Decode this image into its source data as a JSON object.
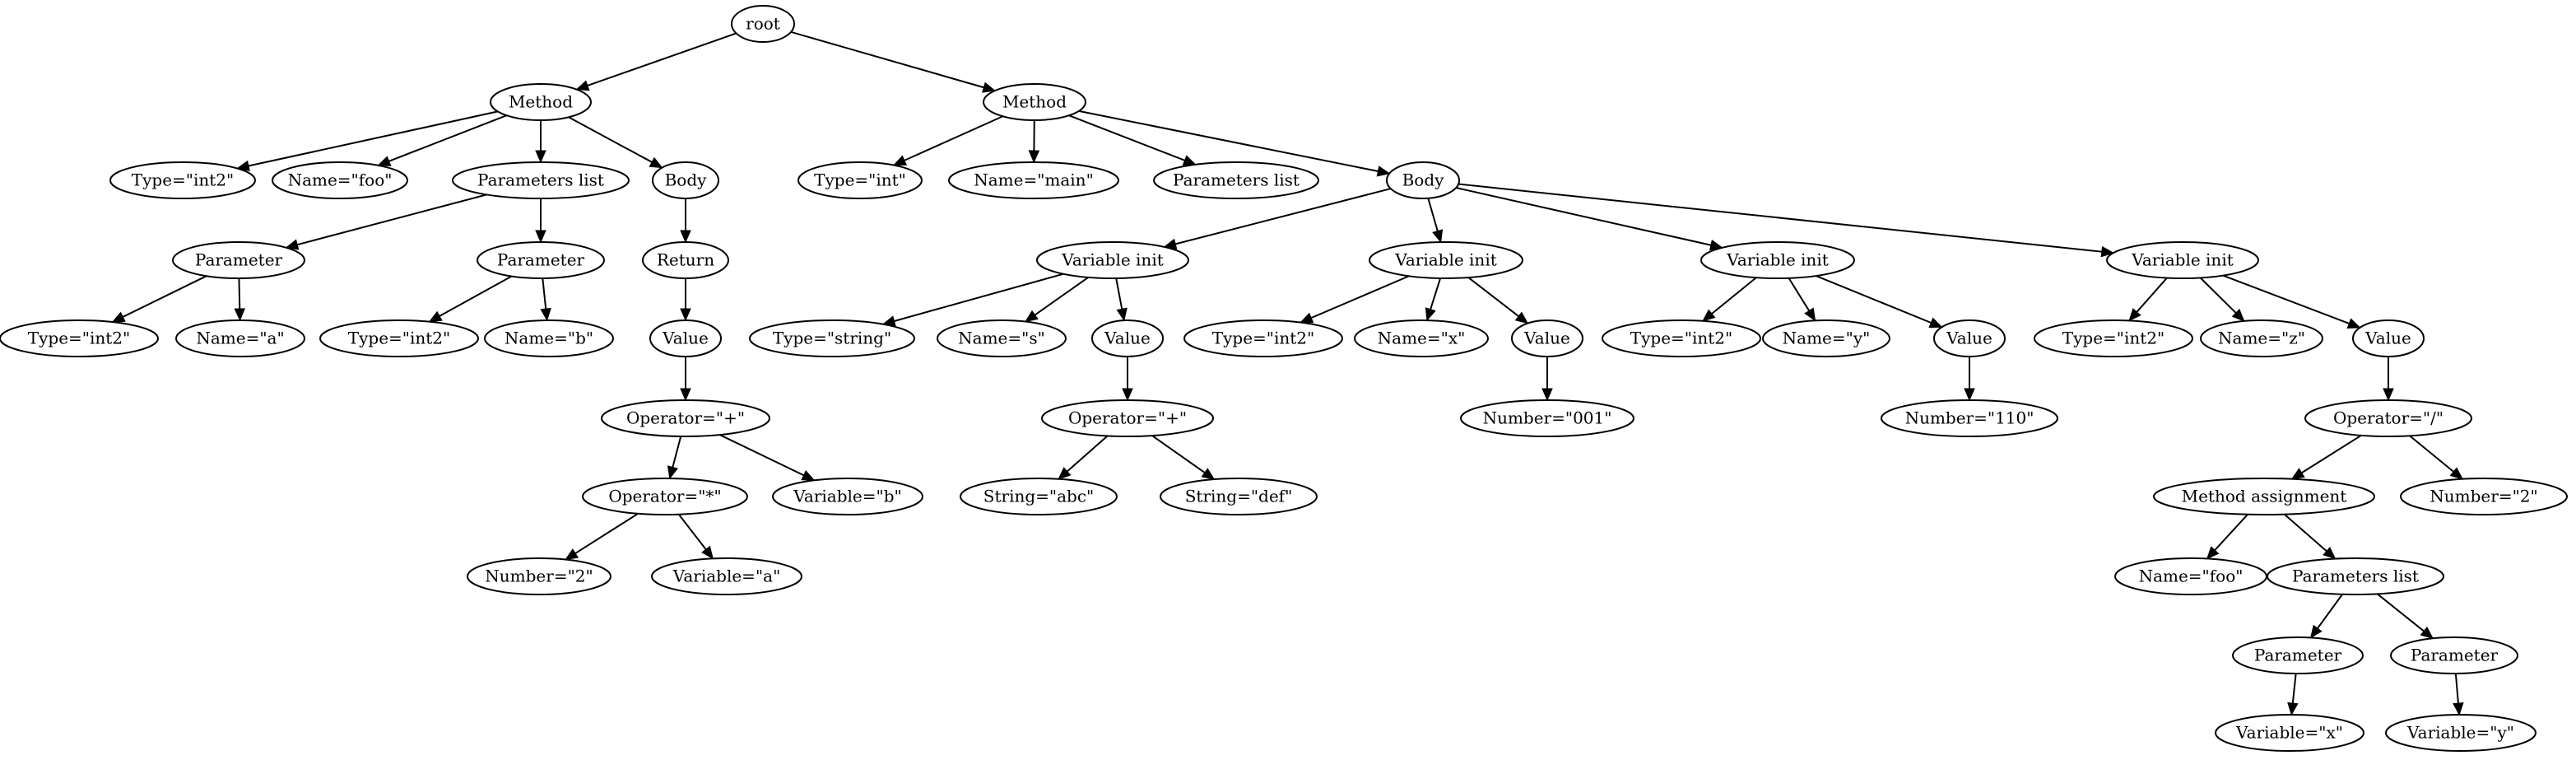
{
  "tree": {
    "root": {
      "label": "root"
    },
    "m1": {
      "label": "Method"
    },
    "m1_type": {
      "label": "Type=\"int2\""
    },
    "m1_name": {
      "label": "Name=\"foo\""
    },
    "m1_plist": {
      "label": "Parameters list"
    },
    "m1_body": {
      "label": "Body"
    },
    "m1_p1": {
      "label": "Parameter"
    },
    "m1_p1_type": {
      "label": "Type=\"int2\""
    },
    "m1_p1_name": {
      "label": "Name=\"a\""
    },
    "m1_p2": {
      "label": "Parameter"
    },
    "m1_p2_type": {
      "label": "Type=\"int2\""
    },
    "m1_p2_name": {
      "label": "Name=\"b\""
    },
    "m1_return": {
      "label": "Return"
    },
    "m1_value": {
      "label": "Value"
    },
    "m1_op_plus": {
      "label": "Operator=\"+\""
    },
    "m1_op_mul": {
      "label": "Operator=\"*\""
    },
    "m1_var_b": {
      "label": "Variable=\"b\""
    },
    "m1_num2": {
      "label": "Number=\"2\""
    },
    "m1_var_a": {
      "label": "Variable=\"a\""
    },
    "m2": {
      "label": "Method"
    },
    "m2_type": {
      "label": "Type=\"int\""
    },
    "m2_name": {
      "label": "Name=\"main\""
    },
    "m2_plist": {
      "label": "Parameters list"
    },
    "m2_body": {
      "label": "Body"
    },
    "v1": {
      "label": "Variable init"
    },
    "v1_type": {
      "label": "Type=\"string\""
    },
    "v1_name": {
      "label": "Name=\"s\""
    },
    "v1_value": {
      "label": "Value"
    },
    "v1_op": {
      "label": "Operator=\"+\""
    },
    "v1_str1": {
      "label": "String=\"abc\""
    },
    "v1_str2": {
      "label": "String=\"def\""
    },
    "v2": {
      "label": "Variable init"
    },
    "v2_type": {
      "label": "Type=\"int2\""
    },
    "v2_name": {
      "label": "Name=\"x\""
    },
    "v2_value": {
      "label": "Value"
    },
    "v2_num": {
      "label": "Number=\"001\""
    },
    "v3": {
      "label": "Variable init"
    },
    "v3_type": {
      "label": "Type=\"int2\""
    },
    "v3_name": {
      "label": "Name=\"y\""
    },
    "v3_value": {
      "label": "Value"
    },
    "v3_num": {
      "label": "Number=\"110\""
    },
    "v4": {
      "label": "Variable init"
    },
    "v4_type": {
      "label": "Type=\"int2\""
    },
    "v4_name": {
      "label": "Name=\"z\""
    },
    "v4_value": {
      "label": "Value"
    },
    "v4_op": {
      "label": "Operator=\"/\""
    },
    "v4_massign": {
      "label": "Method assignment"
    },
    "v4_num2": {
      "label": "Number=\"2\""
    },
    "v4_ma_name": {
      "label": "Name=\"foo\""
    },
    "v4_ma_plist": {
      "label": "Parameters list"
    },
    "v4_ma_p1": {
      "label": "Parameter"
    },
    "v4_ma_p2": {
      "label": "Parameter"
    },
    "v4_ma_p1_var": {
      "label": "Variable=\"x\""
    },
    "v4_ma_p2_var": {
      "label": "Variable=\"y\""
    }
  }
}
